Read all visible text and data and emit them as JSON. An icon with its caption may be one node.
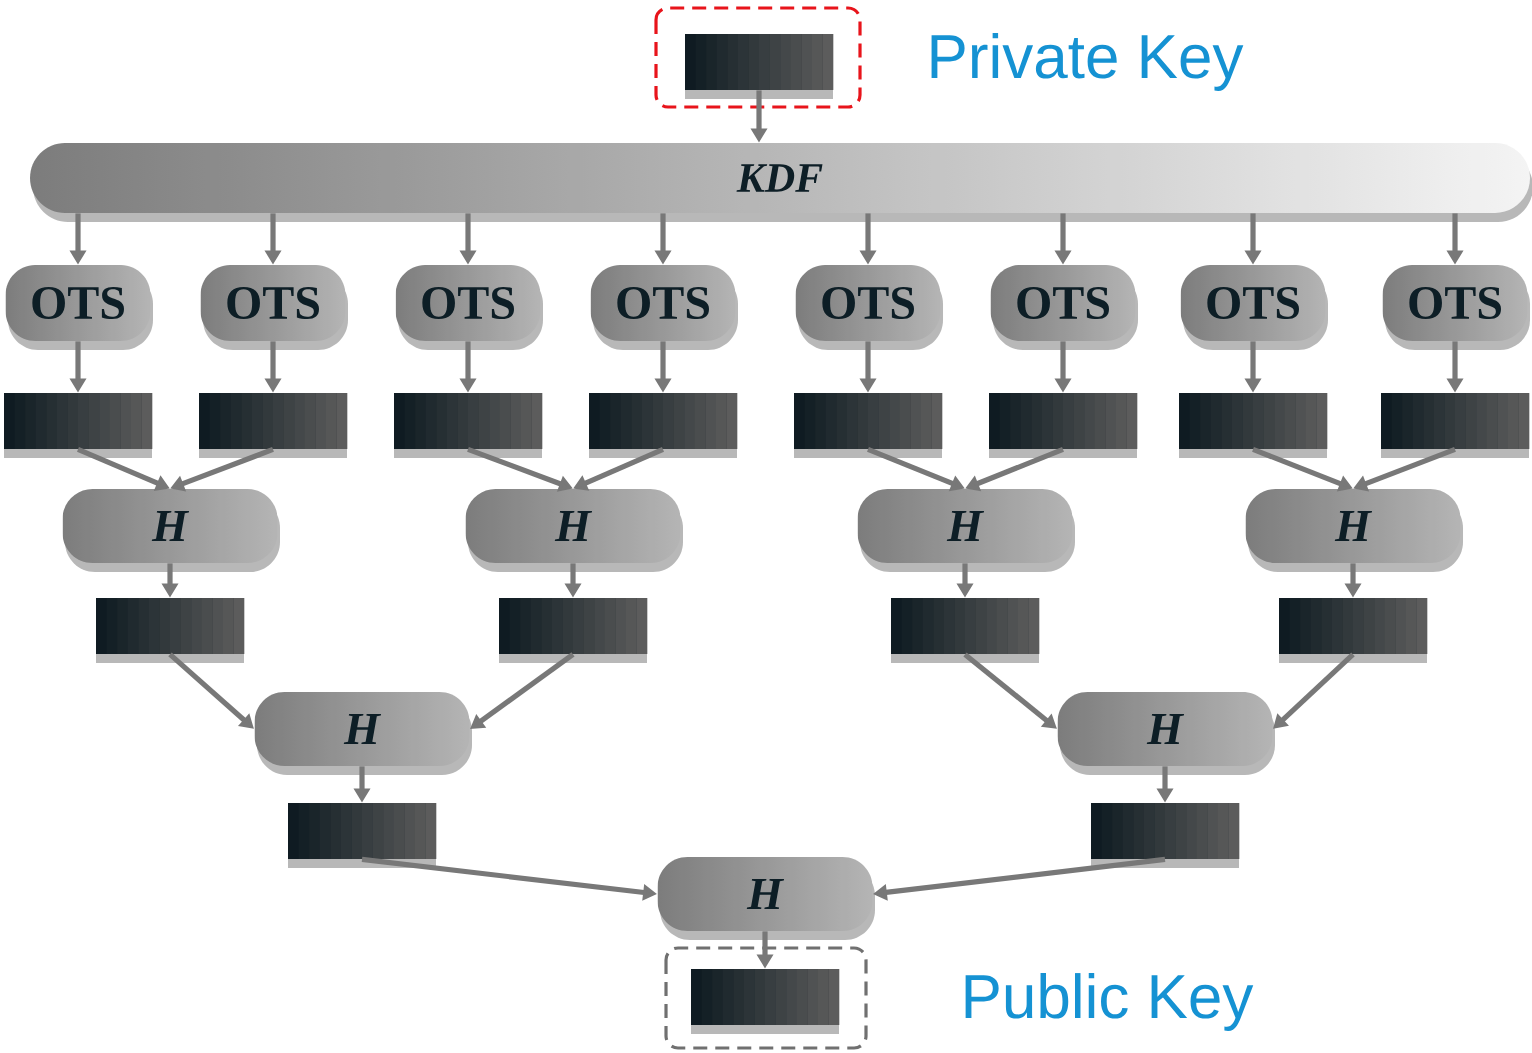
{
  "diagram": {
    "nodes": [
      {
        "text": [],
        "shape": "bar"
      },
      {
        "text": [
          "KDF"
        ]
      },
      {
        "text": [
          "OTS"
        ]
      },
      {
        "text": [
          "OTS"
        ]
      },
      {
        "text": [
          "OTS"
        ]
      },
      {
        "text": [
          "OTS"
        ]
      },
      {
        "text": [
          "OTS"
        ]
      },
      {
        "text": [
          "OTS"
        ]
      },
      {
        "text": [
          "OTS"
        ]
      },
      {
        "text": [
          "OTS"
        ]
      },
      {
        "text": [],
        "shape": "bar"
      },
      {
        "text": [],
        "shape": "bar"
      },
      {
        "text": [],
        "shape": "bar"
      },
      {
        "text": [],
        "shape": "bar"
      },
      {
        "text": [],
        "shape": "bar"
      },
      {
        "text": [],
        "shape": "bar"
      },
      {
        "text": [],
        "shape": "bar"
      },
      {
        "text": [],
        "shape": "bar"
      },
      {
        "text": [
          "H"
        ]
      },
      {
        "text": [
          "H"
        ]
      },
      {
        "text": [
          "H"
        ]
      },
      {
        "text": [
          "H"
        ]
      },
      {
        "text": [],
        "shape": "bar"
      },
      {
        "text": [],
        "shape": "bar"
      },
      {
        "text": [],
        "shape": "bar"
      },
      {
        "text": [],
        "shape": "bar"
      },
      {
        "text": [
          "H"
        ]
      },
      {
        "text": [
          "H"
        ]
      },
      {
        "text": [],
        "shape": "bar"
      },
      {
        "text": [],
        "shape": "bar"
      },
      {
        "text": [
          "H"
        ]
      },
      {
        "text": [],
        "shape": "bar",
        "beside": [
          "Public Key"
        ]
      }
    ],
    "edges": [
      {
        "from": 0,
        "to": 1,
        "arrow": "to"
      },
      {
        "from": 1,
        "to": 2,
        "arrow": "to"
      },
      {
        "from": 1,
        "to": 3,
        "arrow": "to"
      },
      {
        "from": 1,
        "to": 4,
        "arrow": "to"
      },
      {
        "from": 1,
        "to": 5,
        "arrow": "to"
      },
      {
        "from": 1,
        "to": 6,
        "arrow": "to"
      },
      {
        "from": 1,
        "to": 7,
        "arrow": "to"
      },
      {
        "from": 1,
        "to": 8,
        "arrow": "to"
      },
      {
        "from": 1,
        "to": 9,
        "arrow": "to"
      },
      {
        "from": 2,
        "to": 10,
        "arrow": "to"
      },
      {
        "from": 3,
        "to": 11,
        "arrow": "to"
      },
      {
        "from": 4,
        "to": 12,
        "arrow": "to"
      },
      {
        "from": 5,
        "to": 13,
        "arrow": "to"
      },
      {
        "from": 6,
        "to": 14,
        "arrow": "to"
      },
      {
        "from": 7,
        "to": 15,
        "arrow": "to"
      },
      {
        "from": 8,
        "to": 16,
        "arrow": "to"
      },
      {
        "from": 9,
        "to": 17,
        "arrow": "to"
      },
      {
        "from": 10,
        "to": 18,
        "arrow": "to"
      },
      {
        "from": 11,
        "to": 18,
        "arrow": "to"
      },
      {
        "from": 12,
        "to": 19,
        "arrow": "to"
      },
      {
        "from": 13,
        "to": 19,
        "arrow": "to"
      },
      {
        "from": 14,
        "to": 20,
        "arrow": "to"
      },
      {
        "from": 15,
        "to": 20,
        "arrow": "to"
      },
      {
        "from": 16,
        "to": 21,
        "arrow": "to"
      },
      {
        "from": 17,
        "to": 21,
        "arrow": "to"
      },
      {
        "from": 18,
        "to": 22,
        "arrow": "to"
      },
      {
        "from": 19,
        "to": 23,
        "arrow": "to"
      },
      {
        "from": 20,
        "to": 24,
        "arrow": "to"
      },
      {
        "from": 21,
        "to": 25,
        "arrow": "to"
      },
      {
        "from": 22,
        "to": 26,
        "arrow": "to"
      },
      {
        "from": 23,
        "to": 26,
        "arrow": "to"
      },
      {
        "from": 24,
        "to": 27,
        "arrow": "to"
      },
      {
        "from": 25,
        "to": 27,
        "arrow": "to"
      },
      {
        "from": 26,
        "to": 28,
        "arrow": "to"
      },
      {
        "from": 27,
        "to": 29,
        "arrow": "to"
      },
      {
        "from": 28,
        "to": 30,
        "arrow": "to"
      },
      {
        "from": 29,
        "to": 30,
        "arrow": "to"
      },
      {
        "from": 30,
        "to": 31,
        "arrow": "to"
      }
    ],
    "labels": [
      "Private Key"
    ]
  }
}
